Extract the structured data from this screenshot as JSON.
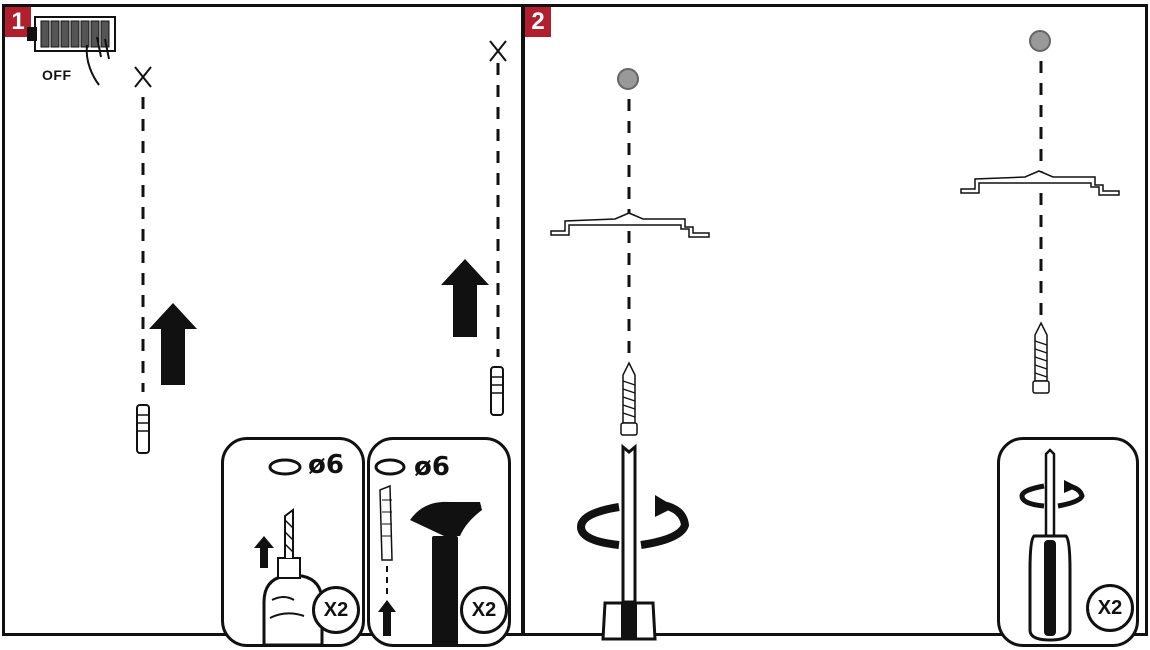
{
  "steps": [
    {
      "number": "1",
      "power_label": "OFF",
      "drill_box": {
        "diameter": "ø6",
        "quantity": "X2"
      },
      "plug_box": {
        "diameter": "ø6",
        "quantity": "X2"
      }
    },
    {
      "number": "2",
      "screwdriver_box": {
        "quantity": "X2"
      }
    }
  ]
}
